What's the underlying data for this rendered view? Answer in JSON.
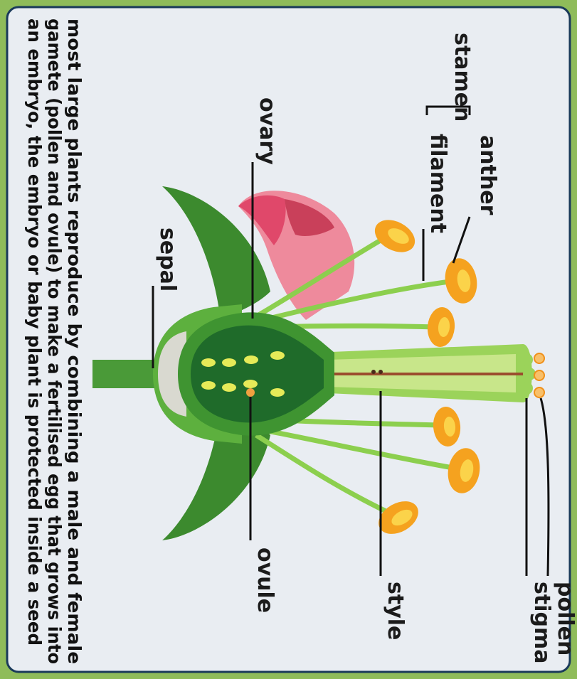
{
  "labels": {
    "stamen": "stamen",
    "anther": "anther",
    "filament": "filament",
    "ovary": "ovary",
    "sepal": "sepal",
    "ovule": "ovule",
    "style": "style",
    "stigma": "stigma",
    "pollen": "pollen"
  },
  "caption": {
    "line1": "most large plants reproduce by combining a male and female",
    "line2": "gamete (pollen and ovule) to make a fertilised egg that grows into",
    "line3": "an embryo, the embryo or baby plant is protected inside a seed"
  },
  "colors": {
    "frame": "#8fbc5a",
    "panel": "#e9edf2",
    "dark_green": "#2e7d32",
    "mid_green": "#5aa83a",
    "light_green": "#9bd35a",
    "petal": "#e8607a",
    "anther": "#f6a623",
    "ovule": "#e8e860",
    "style": "#9b4d2e"
  }
}
